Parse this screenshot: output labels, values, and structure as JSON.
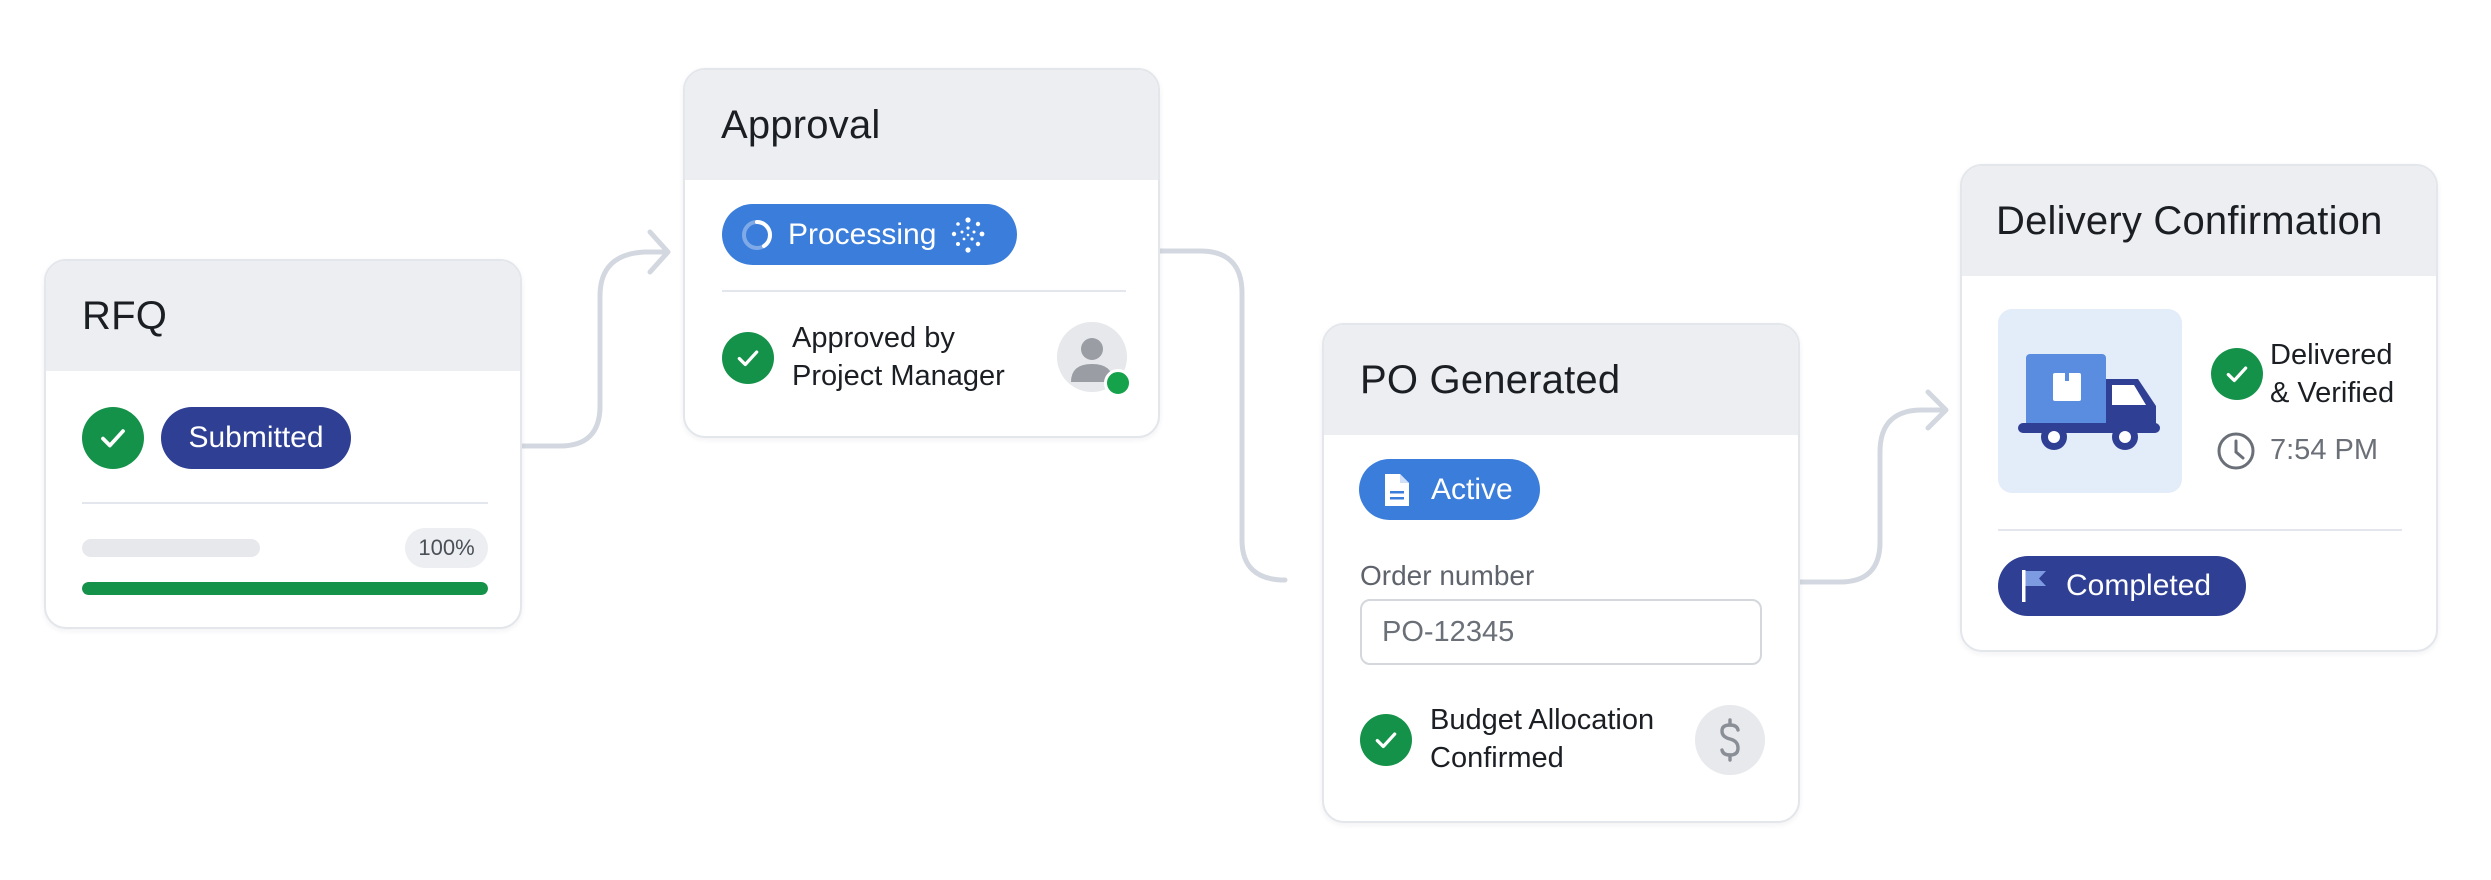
{
  "colors": {
    "header_bg": "#eceef2",
    "success_green": "#15924a",
    "navy": "#2e3f94",
    "blue": "#3b7ddb",
    "connector": "#d3d8e0",
    "muted_text": "#6b7280"
  },
  "workflow": {
    "stages": [
      {
        "title": "RFQ",
        "status_badge": "Submitted",
        "status_icon": "check-circle-icon",
        "progress_percent": "100%",
        "progress_value": 100
      },
      {
        "title": "Approval",
        "status_badge": "Processing",
        "status_icons": [
          "spinner-icon",
          "dots-loader-icon"
        ],
        "approval_text_line1": "Approved by",
        "approval_text_line2": "Project Manager",
        "approver_icon": "user-avatar-icon",
        "approver_online": true
      },
      {
        "title": "PO Generated",
        "status_badge": "Active",
        "status_icon": "document-icon",
        "order_number_label": "Order number",
        "order_number_value": "PO-12345",
        "budget_text_line1": "Budget Allocation",
        "budget_text_line2": "Confirmed",
        "budget_icon": "dollar-icon"
      },
      {
        "title": "Delivery Confirmation",
        "illustration": "delivery-truck-icon",
        "delivered_text_line1": "Delivered",
        "delivered_text_line2": "& Verified",
        "time_icon": "clock-icon",
        "time": "7:54 PM",
        "status_badge": "Completed",
        "status_icon": "flag-icon"
      }
    ]
  }
}
